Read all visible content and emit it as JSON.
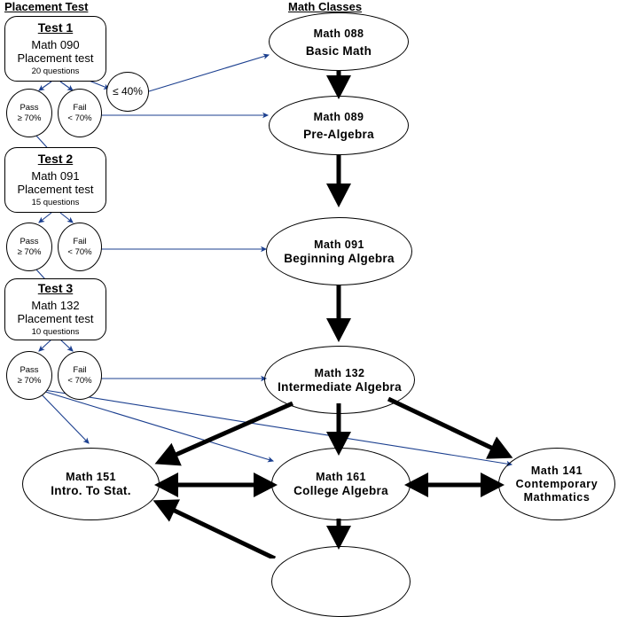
{
  "headers": {
    "left": "Placement Test",
    "right": "Math Classes"
  },
  "colors": {
    "thin_arrow": "#1b3f8f",
    "thick_arrow": "#000000",
    "node_stroke": "#000000",
    "background": "#ffffff"
  },
  "tests": [
    {
      "id": "test-1",
      "title": "Test 1",
      "course": "Math 090",
      "kind": "Placement test",
      "questions": "20 questions"
    },
    {
      "id": "test-2",
      "title": "Test 2",
      "course": "Math 091",
      "kind": "Placement test",
      "questions": "15 questions"
    },
    {
      "id": "test-3",
      "title": "Test 3",
      "course": "Math 132",
      "kind": "Placement test",
      "questions": "10 questions"
    }
  ],
  "outcomes": {
    "pass_label": "Pass",
    "pass_threshold": "≥ 70%",
    "fail_label": "Fail",
    "fail_threshold": "< 70%",
    "low_score": "≤ 40%"
  },
  "classes": [
    {
      "id": "math-088",
      "code": "Math 088",
      "name": "Basic Math"
    },
    {
      "id": "math-089",
      "code": "Math 089",
      "name": "Pre-Algebra"
    },
    {
      "id": "math-091",
      "code": "Math 091",
      "name": "Beginning Algebra"
    },
    {
      "id": "math-132",
      "code": "Math 132",
      "name": "Intermediate Algebra"
    },
    {
      "id": "math-151",
      "code": "Math 151",
      "name": "Intro. To Stat."
    },
    {
      "id": "math-161",
      "code": "Math 161",
      "name": "College Algebra"
    },
    {
      "id": "math-141",
      "code": "Math 141",
      "name": "Contemporary",
      "name2": "Mathmatics"
    }
  ],
  "flow": {
    "edges": [
      {
        "from": "test-1",
        "to": "t1-pass",
        "style": "thin"
      },
      {
        "from": "test-1",
        "to": "t1-fail",
        "style": "thin"
      },
      {
        "from": "test-1",
        "to": "low-score",
        "style": "thin"
      },
      {
        "from": "low-score",
        "to": "math-088",
        "style": "thin"
      },
      {
        "from": "t1-fail",
        "to": "math-089",
        "style": "thin"
      },
      {
        "from": "t1-pass",
        "to": "test-2",
        "style": "thin"
      },
      {
        "from": "math-088",
        "to": "math-089",
        "style": "thick"
      },
      {
        "from": "math-089",
        "to": "math-091",
        "style": "thick"
      },
      {
        "from": "test-2",
        "to": "t2-pass",
        "style": "thin"
      },
      {
        "from": "test-2",
        "to": "t2-fail",
        "style": "thin"
      },
      {
        "from": "t2-fail",
        "to": "math-091",
        "style": "thin"
      },
      {
        "from": "t2-pass",
        "to": "test-3",
        "style": "thin"
      },
      {
        "from": "math-091",
        "to": "math-132",
        "style": "thick"
      },
      {
        "from": "test-3",
        "to": "t3-pass",
        "style": "thin"
      },
      {
        "from": "test-3",
        "to": "t3-fail",
        "style": "thin"
      },
      {
        "from": "t3-fail",
        "to": "math-132",
        "style": "thin"
      },
      {
        "from": "t3-pass",
        "to": "math-151",
        "style": "thin"
      },
      {
        "from": "t3-pass",
        "to": "math-161",
        "style": "thin"
      },
      {
        "from": "t3-pass",
        "to": "math-141",
        "style": "thin"
      },
      {
        "from": "math-132",
        "to": "math-151",
        "style": "thick"
      },
      {
        "from": "math-132",
        "to": "math-161",
        "style": "thick"
      },
      {
        "from": "math-132",
        "to": "math-141",
        "style": "thick"
      },
      {
        "from": "math-151",
        "to": "math-161",
        "style": "thick-double"
      },
      {
        "from": "math-161",
        "to": "math-141",
        "style": "thick-double"
      },
      {
        "from": "math-161",
        "to": "math-below",
        "style": "thick"
      },
      {
        "from": "math-below",
        "to": "math-151",
        "style": "thick"
      }
    ]
  }
}
